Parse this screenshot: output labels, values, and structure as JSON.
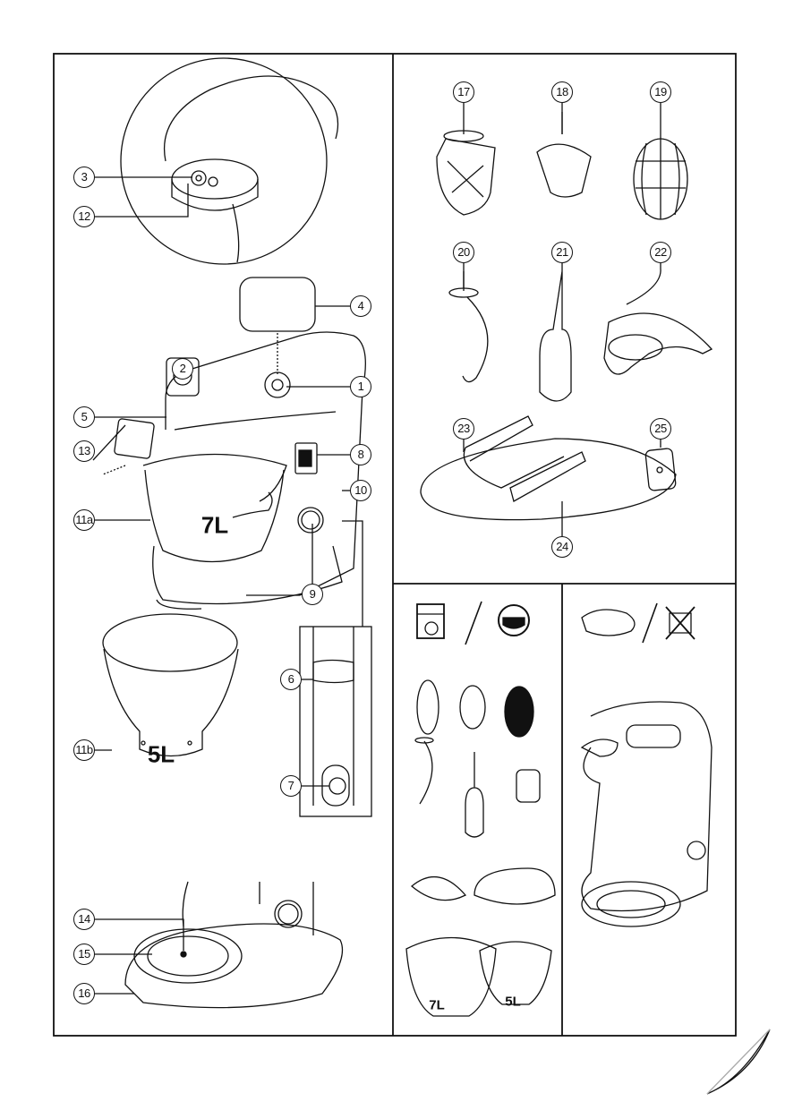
{
  "callouts": {
    "c1": "1",
    "c2": "2",
    "c3": "3",
    "c4": "4",
    "c5": "5",
    "c6": "6",
    "c7": "7",
    "c8": "8",
    "c9": "9",
    "c10": "10",
    "c11a": "11a",
    "c11b": "11b",
    "c12": "12",
    "c13": "13",
    "c14": "14",
    "c15": "15",
    "c16": "16",
    "c17": "17",
    "c18": "18",
    "c19": "19",
    "c20": "20",
    "c21": "21",
    "c22": "22",
    "c23": "23",
    "c24": "24",
    "c25": "25"
  },
  "bowl_labels": {
    "main_7l": "7L",
    "main_5l": "5L",
    "clean_7l": "7L",
    "clean_5l": "5L"
  },
  "icons": [
    "dishwasher-icon",
    "soak-icon",
    "wipe-cloth-icon",
    "do-not-immerse-icon",
    "page-curl-icon"
  ]
}
